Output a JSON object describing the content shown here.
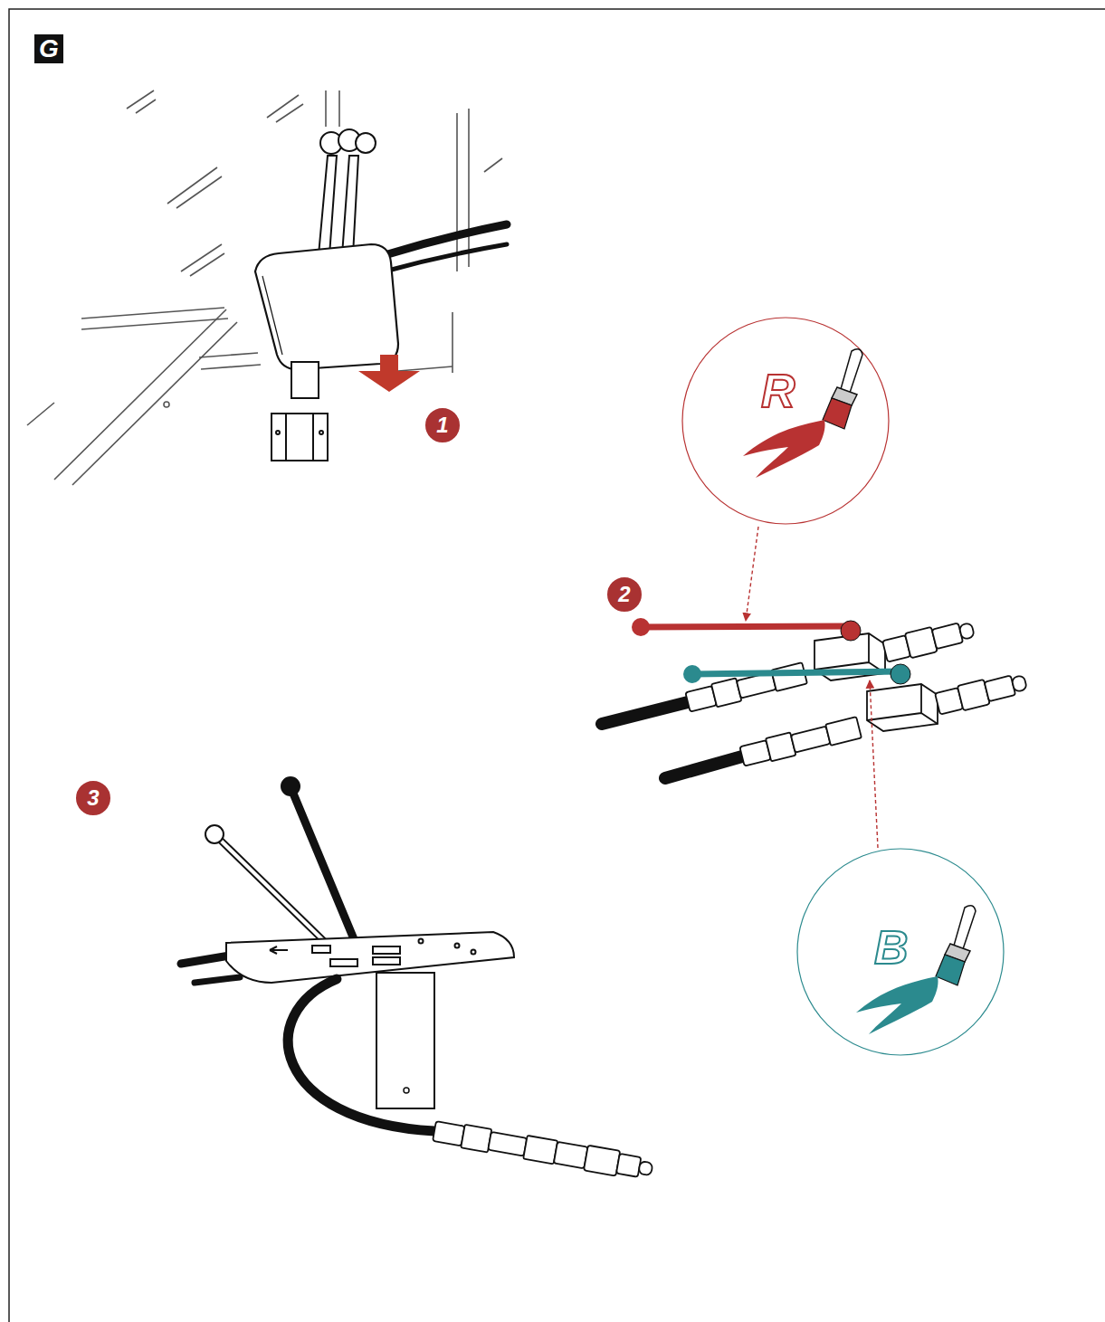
{
  "diagram": {
    "nodes": [
      {
        "text": [
          "R"
        ]
      },
      {
        "text": [
          "B"
        ]
      }
    ],
    "labels": [
      "G",
      "1",
      "2",
      "3"
    ]
  }
}
